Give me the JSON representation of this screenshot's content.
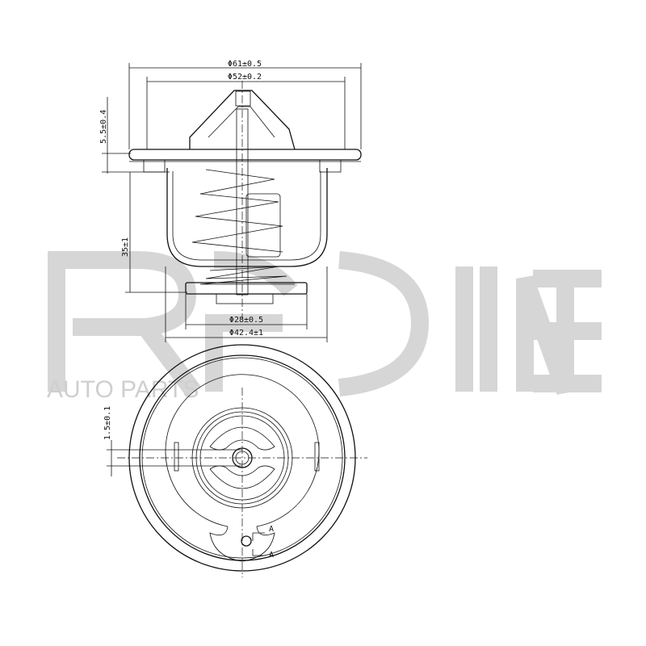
{
  "watermark": {
    "brand": "REDLINE",
    "tagline": "AUTO PARTS",
    "color": "#d6d6d6"
  },
  "dimensions": {
    "flange_diameter": "Φ61±0.5",
    "seal_diameter": "Φ52±0.2",
    "flange_thickness": "5.5±0.4",
    "height": "35±1",
    "valve_diameter": "Φ28±0.5",
    "cup_diameter": "Φ42.4±1",
    "bottom_offset": "1.5±0.1"
  },
  "section_labels": {
    "top": "A",
    "bottom": "A"
  }
}
